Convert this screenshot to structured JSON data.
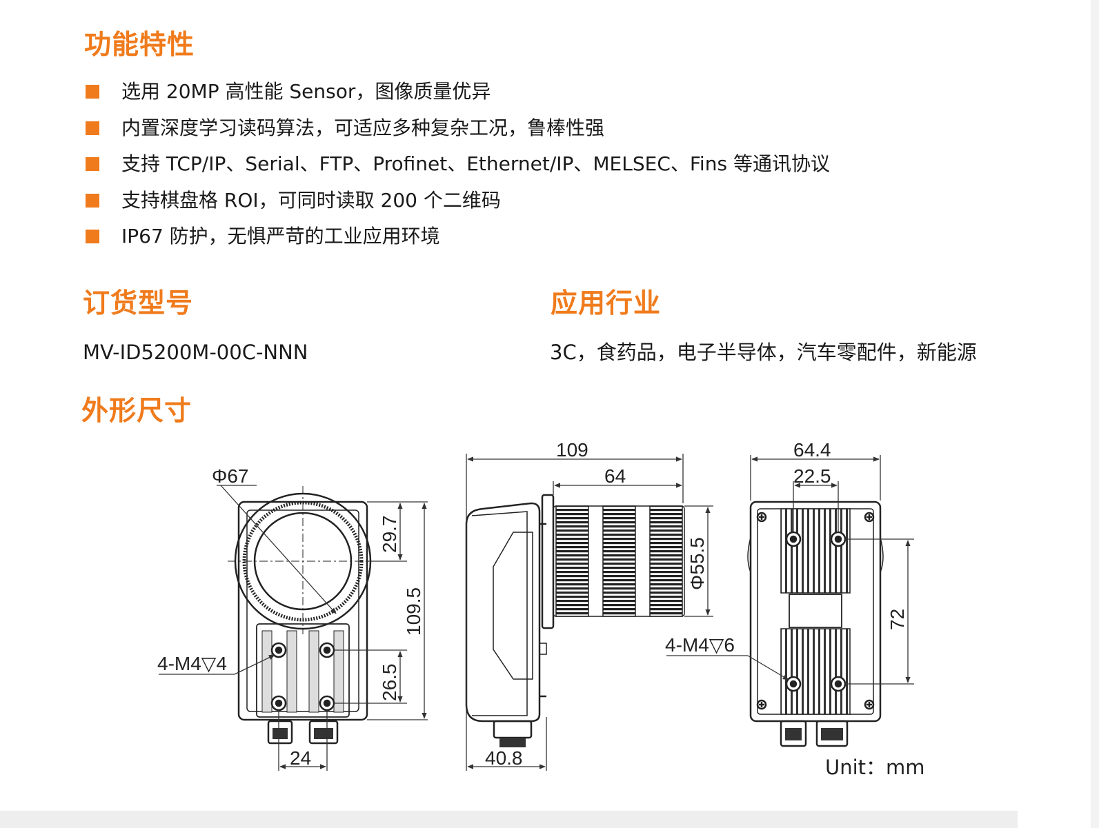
{
  "sections": {
    "features_title": "功能特性",
    "ordering_title": "订货型号",
    "industry_title": "应用行业",
    "dimensions_title": "外形尺寸"
  },
  "features": [
    "选用 20MP 高性能 Sensor，图像质量优异",
    "内置深度学习读码算法，可适应多种复杂工况，鲁棒性强",
    "支持 TCP/IP、Serial、FTP、Profinet、Ethernet/IP、MELSEC、Fins 等通讯协议",
    "支持棋盘格 ROI，可同时读取 200 个二维码",
    "IP67 防护，无惧严苛的工业应用环境"
  ],
  "ordering": {
    "model": "MV-ID5200M-00C-NNN"
  },
  "industry": {
    "text": "3C，食药品，电子半导体，汽车零配件，新能源"
  },
  "dimensions": {
    "front": {
      "lens_dia": "Φ67",
      "top_offset": "29.7",
      "height": "109.5",
      "hole_spacing_v": "26.5",
      "hole_spacing_h": "24",
      "thread": "4-M4▽4"
    },
    "side": {
      "total_length": "109",
      "lens_length": "64",
      "lens_dia": "Φ55.5",
      "body_depth": "40.8"
    },
    "back": {
      "width": "64.4",
      "inner_width": "22.5",
      "hole_spacing_v": "72",
      "thread": "4-M4▽6"
    },
    "unit": "Unit：mm"
  }
}
